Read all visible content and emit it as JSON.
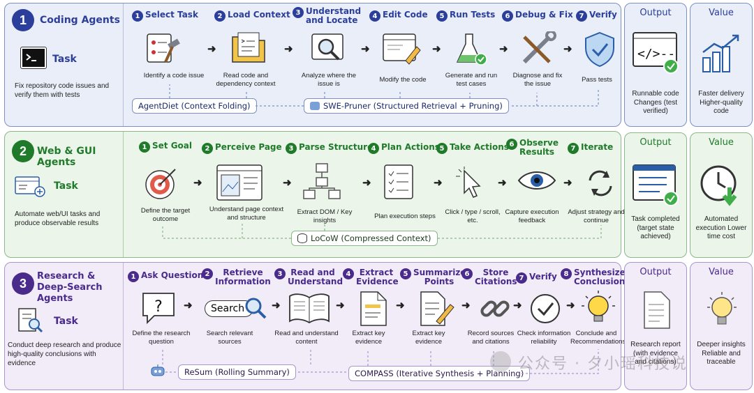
{
  "rows": [
    {
      "num": "1",
      "title": "Coding Agents",
      "task_label": "Task",
      "task_desc": "Fix repository code issues and verify them with tests",
      "steps": [
        {
          "n": "1",
          "title": "Select Task",
          "desc": "Identify a code issue"
        },
        {
          "n": "2",
          "title": "Load Context",
          "desc": "Read code and dependency context"
        },
        {
          "n": "3",
          "title": "Understand and Locate",
          "desc": "Analyze where the issue is"
        },
        {
          "n": "4",
          "title": "Edit Code",
          "desc": "Modify the code"
        },
        {
          "n": "5",
          "title": "Run Tests",
          "desc": "Generate and run test cases"
        },
        {
          "n": "6",
          "title": "Debug & Fix",
          "desc": "Diagnose and fix the issue"
        },
        {
          "n": "7",
          "title": "Verify",
          "desc": "Pass tests"
        }
      ],
      "tools": [
        "AgentDiet (Context Folding)",
        "SWE-Pruner (Structured Retrieval + Pruning)"
      ],
      "output_title": "Output",
      "output_text": "Runnable code Changes (test verified)",
      "value_title": "Value",
      "value_text": "Faster delivery Higher-quality code"
    },
    {
      "num": "2",
      "title": "Web & GUI Agents",
      "task_label": "Task",
      "task_desc": "Automate web/UI tasks and produce observable results",
      "steps": [
        {
          "n": "1",
          "title": "Set Goal",
          "desc": "Define the target outcome"
        },
        {
          "n": "2",
          "title": "Perceive Page",
          "desc": "Understand page context and structure"
        },
        {
          "n": "3",
          "title": "Parse Structure",
          "desc": "Extract DOM / Key insights"
        },
        {
          "n": "4",
          "title": "Plan Actions",
          "desc": "Plan execution steps"
        },
        {
          "n": "5",
          "title": "Take Actions",
          "desc": "Click / type / scroll, etc."
        },
        {
          "n": "6",
          "title": "Observe Results",
          "desc": "Capture execution feedback"
        },
        {
          "n": "7",
          "title": "Iterate",
          "desc": "Adjust strategy and continue"
        }
      ],
      "tools": [
        "LoCoW (Compressed Context)"
      ],
      "output_title": "Output",
      "output_text": "Task completed (target state achieved)",
      "value_title": "Value",
      "value_text": "Automated execution Lower time cost"
    },
    {
      "num": "3",
      "title": "Research & Deep-Search Agents",
      "task_label": "Task",
      "task_desc": "Conduct deep research and produce high-quality conclusions with evidence",
      "steps": [
        {
          "n": "1",
          "title": "Ask Question",
          "desc": "Define the research question"
        },
        {
          "n": "2",
          "title": "Retrieve Information",
          "desc": "Search relevant sources"
        },
        {
          "n": "3",
          "title": "Read and Understand",
          "desc": "Read and understand content"
        },
        {
          "n": "4",
          "title": "Extract Evidence",
          "desc": "Extract key evidence"
        },
        {
          "n": "5",
          "title": "Summarize Points",
          "desc": "Extract key evidence"
        },
        {
          "n": "6",
          "title": "Store Citations",
          "desc": "Record sources and citations"
        },
        {
          "n": "7",
          "title": "Verify",
          "desc": "Check information reliability"
        },
        {
          "n": "8",
          "title": "Synthesize Conclusion",
          "desc": "Conclude and Recommendations"
        }
      ],
      "tools": [
        "ReSum (Rolling Summary)",
        "COMPASS (Iterative Synthesis + Planning)"
      ],
      "search_text": "Search",
      "output_title": "Output",
      "output_text": "Research report (with evidence and citations)",
      "value_title": "Value",
      "value_text": "Deeper insights Reliable and traceable"
    }
  ],
  "watermark": "公众号 · 夕小瑶科技说",
  "colors": {
    "row1": "#2b3e9c",
    "row2": "#1f7a2a",
    "row3": "#4a2b8c"
  }
}
